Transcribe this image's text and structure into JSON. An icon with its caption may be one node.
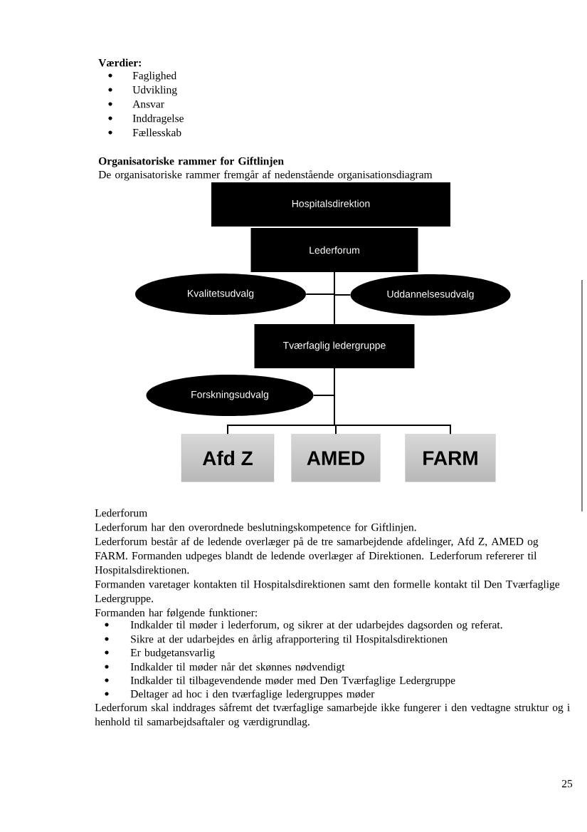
{
  "diagram": {
    "nodes": [
      {
        "text": [
          "Hospitalsdirektion"
        ]
      },
      {
        "text": [
          "Lederforum"
        ]
      },
      {
        "text": [
          "Kvalitetsudvalg"
        ]
      },
      {
        "text": [
          "Uddannelsesudvalg"
        ]
      },
      {
        "text": [
          "Tværfaglig ledergruppe"
        ]
      },
      {
        "text": [
          "Forskningsudvalg"
        ]
      },
      {
        "text": [
          "Afd Z"
        ]
      },
      {
        "text": [
          "AMED"
        ]
      },
      {
        "text": [
          "FARM"
        ]
      }
    ],
    "edges": [
      {
        "from": 1,
        "to": 4,
        "arrow": "none"
      },
      {
        "from": 2,
        "to": 1,
        "arrow": "none"
      },
      {
        "from": 3,
        "to": 1,
        "arrow": "none"
      },
      {
        "from": 5,
        "to": 4,
        "arrow": "none"
      },
      {
        "from": 4,
        "to": 6,
        "arrow": "none"
      },
      {
        "from": 4,
        "to": 7,
        "arrow": "none"
      },
      {
        "from": 4,
        "to": 8,
        "arrow": "none"
      }
    ],
    "labels": [
      "Værdier:",
      "Faglighed",
      "Udvikling",
      "Ansvar",
      "Inddragelse",
      "Fællesskab",
      "Organisatoriske rammer for Giftlinjen",
      "De organisatoriske rammer fremgår af nedenstående organisationsdiagram",
      "Lederforum",
      "Lederforum har den overordnede beslutningskompetence for Giftlinjen.",
      "Lederforum består af de ledende overlæger på de tre samarbejdende afdelinger, Afd  Z, AMED og FARM. Formanden udpeges blandt de ledende overlæger af Direktionen. Lederforum refererer til Hospitalsdirektionen.",
      "Formanden varetager kontakten til Hospitalsdirektionen samt den formelle kontakt til Den Tværfaglige Ledergruppe.",
      "Formanden har følgende funktioner:",
      "Indkalder til møder i lederforum, og sikrer at der udarbejdes dagsorden og referat.",
      "Sikre at der udarbejdes en årlig afrapportering til Hospitalsdirektionen",
      "Er budgetansvarlig",
      "Indkalder til møder når det skønnes nødvendigt",
      "Indkalder til tilbagevendende møder med Den Tværfaglige Ledergruppe",
      "Deltager ad hoc i den tværfaglige ledergruppes møder",
      "Lederforum skal inddrages såfremt det tværfaglige samarbejde ikke fungerer i den vedtagne struktur og i henhold til samarbejdsaftaler og værdigrundlag.",
      "25"
    ]
  }
}
